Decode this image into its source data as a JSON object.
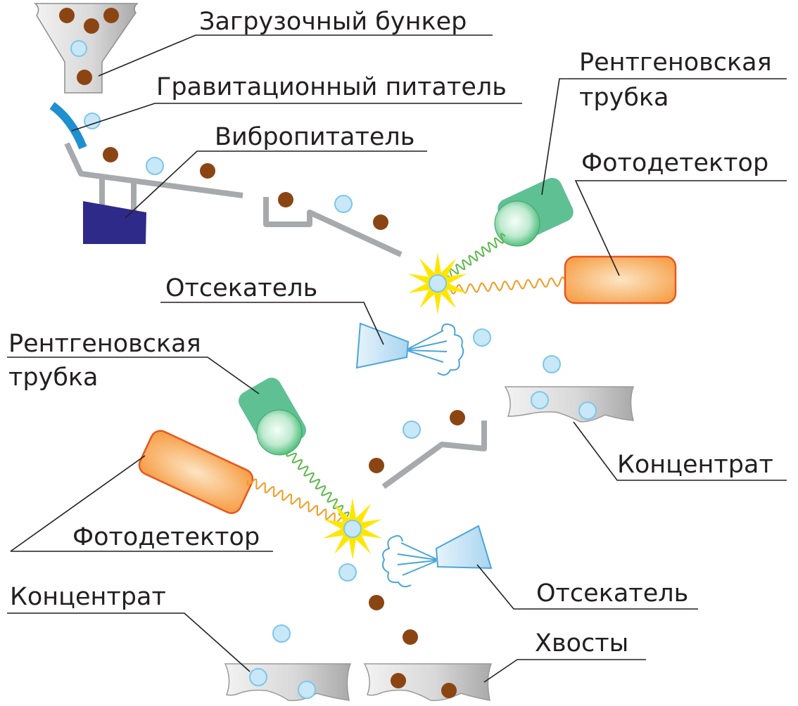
{
  "labels": {
    "hopper": "Загрузочный бункер",
    "gravity_feeder": "Гравитационный питатель",
    "vibro_feeder": "Вибропитатель",
    "xray_tube_top_line1": "Рентгеновская",
    "xray_tube_top_line2": "трубка",
    "photodetector_top": "Фотодетектор",
    "ejector_top": "Отсекатель",
    "xray_tube_bottom_line1": "Рентгеновская",
    "xray_tube_bottom_line2": "трубка",
    "concentrate_right": "Концентрат",
    "photodetector_bottom": "Фотодетектор",
    "concentrate_left": "Концентрат",
    "ejector_bottom": "Отсекатель",
    "tailings": "Хвосты"
  },
  "colors": {
    "ore_particle": "#8b4513",
    "waste_particle": "#c8e8f7",
    "waste_particle_edge": "#7fc6ea",
    "xray_tube": "#5fc093",
    "photodetector": "#f7a14a",
    "photodetector_edge": "#e8561f",
    "vibro_feeder": "#2e2a8a",
    "gravity_feeder": "#1e8fcf",
    "flash": "#ffe600",
    "chute": "#a7a9ac",
    "ejector": "#bfe0f4",
    "ejector_edge": "#4aa5d9",
    "wave_green": "#5cb84a",
    "wave_orange": "#f29a1f"
  }
}
